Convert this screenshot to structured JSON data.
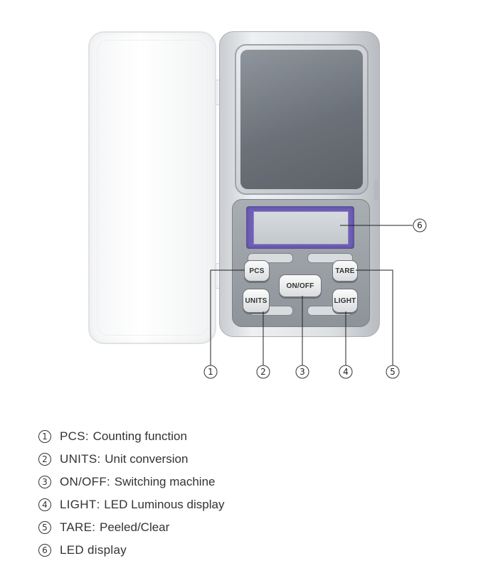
{
  "device": {
    "buttons": {
      "pcs": "PCS",
      "units": "UNITS",
      "onoff": "ON/OFF",
      "tare": "TARE",
      "light": "LIGHT"
    },
    "callout_numbers": [
      "①",
      "②",
      "③",
      "④",
      "⑤",
      "⑥"
    ]
  },
  "legend": [
    {
      "num": "1",
      "name": "PCS",
      "sep": ":",
      "desc": "Counting function"
    },
    {
      "num": "2",
      "name": "UNITS",
      "sep": ":",
      "desc": "Unit conversion"
    },
    {
      "num": "3",
      "name": "ON/OFF",
      "sep": ":",
      "desc": "Switching machine"
    },
    {
      "num": "4",
      "name": "LIGHT",
      "sep": ":",
      "desc": "LED Luminous display"
    },
    {
      "num": "5",
      "name": "TARE",
      "sep": ":",
      "desc": "Peeled/Clear"
    },
    {
      "num": "6",
      "name": "LED display",
      "sep": "",
      "desc": ""
    }
  ],
  "colors": {
    "lcd_frame": "#6f5fb8",
    "text": "#333333"
  }
}
